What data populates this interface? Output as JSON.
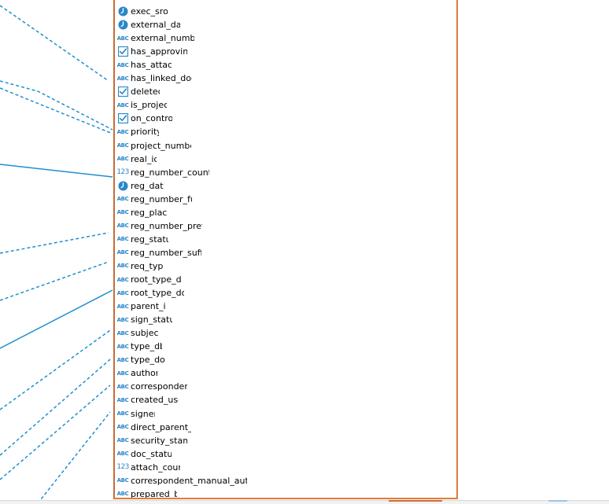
{
  "colors": {
    "connector": "#1f8fcf",
    "box_border": "#e07b39",
    "icon": "#2b86c8",
    "text": "#000000"
  },
  "entity": {
    "fields": [
      {
        "icon": "clock-icon",
        "name": "exec_srok",
        "clip": 47
      },
      {
        "icon": "clock-icon",
        "name": "external_dat",
        "clip": 63
      },
      {
        "icon": "abc-type-icon",
        "name": "external_numbe",
        "clip": 81
      },
      {
        "icon": "checkbox-icon",
        "name": "has_approvinc",
        "clip": 72
      },
      {
        "icon": "abc-type-icon",
        "name": "has_attach",
        "clip": 52
      },
      {
        "icon": "abc-type-icon",
        "name": "has_linked_doc",
        "clip": 78
      },
      {
        "icon": "checkbox-icon",
        "name": "deletec",
        "clip": 37
      },
      {
        "icon": "abc-type-icon",
        "name": "is_projec",
        "clip": 46
      },
      {
        "icon": "checkbox-icon",
        "name": "on_contro",
        "clip": 53
      },
      {
        "icon": "abc-type-icon",
        "name": "priority",
        "clip": 36
      },
      {
        "icon": "abc-type-icon",
        "name": "project_numbe",
        "clip": 77
      },
      {
        "icon": "abc-type-icon",
        "name": "real_ic",
        "clip": 33
      },
      {
        "icon": "num-type-icon",
        "name": "reg_number_counte",
        "clip": 100
      },
      {
        "icon": "clock-icon",
        "name": "reg_date",
        "clip": 42
      },
      {
        "icon": "abc-type-icon",
        "name": "reg_number_fu",
        "clip": 78
      },
      {
        "icon": "abc-type-icon",
        "name": "reg_place",
        "clip": 46
      },
      {
        "icon": "abc-type-icon",
        "name": "reg_number_prefi",
        "clip": 91
      },
      {
        "icon": "abc-type-icon",
        "name": "reg_statu",
        "clip": 48
      },
      {
        "icon": "abc-type-icon",
        "name": "reg_number_suffi",
        "clip": 90
      },
      {
        "icon": "abc-type-icon",
        "name": "req_type",
        "clip": 42
      },
      {
        "icon": "abc-type-icon",
        "name": "root_type_dl",
        "clip": 65
      },
      {
        "icon": "abc-type-icon",
        "name": "root_type_do",
        "clip": 68
      },
      {
        "icon": "abc-type-icon",
        "name": "parent_ic",
        "clip": 45
      },
      {
        "icon": "abc-type-icon",
        "name": "sign_statu",
        "clip": 53
      },
      {
        "icon": "abc-type-icon",
        "name": "subject",
        "clip": 35
      },
      {
        "icon": "abc-type-icon",
        "name": "type_db",
        "clip": 40
      },
      {
        "icon": "abc-type-icon",
        "name": "type_doc",
        "clip": 44
      },
      {
        "icon": "abc-type-icon",
        "name": "author",
        "clip": 34
      },
      {
        "icon": "abc-type-icon",
        "name": "corresponden",
        "clip": 72
      },
      {
        "icon": "abc-type-icon",
        "name": "created_use",
        "clip": 61
      },
      {
        "icon": "abc-type-icon",
        "name": "signer",
        "clip": 31
      },
      {
        "icon": "abc-type-icon",
        "name": "direct_parent_i",
        "clip": 77
      },
      {
        "icon": "abc-type-icon",
        "name": "security_stamp",
        "clip": 72
      },
      {
        "icon": "abc-type-icon",
        "name": "doc_status",
        "clip": 52
      },
      {
        "icon": "num-type-icon",
        "name": "attach_coun",
        "clip": 63
      },
      {
        "icon": "abc-type-icon",
        "name": "correspondent_manual_auth",
        "clip": 148
      },
      {
        "icon": "abc-type-icon",
        "name": "prepared_by",
        "clip": 59
      }
    ]
  }
}
